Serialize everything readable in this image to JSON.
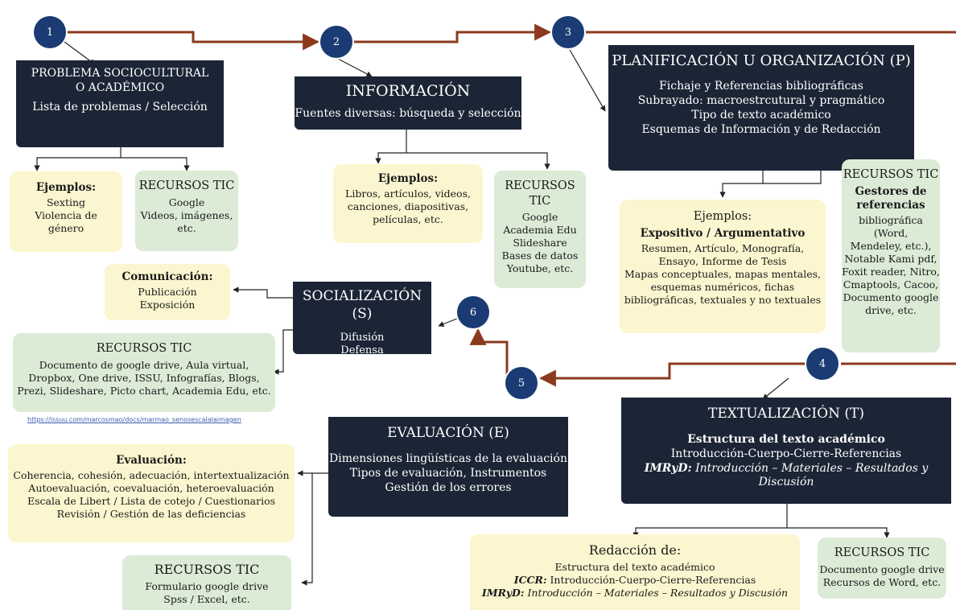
{
  "steps": [
    {
      "num": "1",
      "title": [
        "PROBLEMA SOCIOCULTURAL",
        "O ACADÉMICO"
      ],
      "lines": [
        "Lista de problemas / Selección"
      ]
    },
    {
      "num": "2",
      "title": [
        "INFORMACIÓN"
      ],
      "lines": [
        "Fuentes diversas: búsqueda y selección"
      ]
    },
    {
      "num": "3",
      "title": [
        "PLANIFICACIÓN U ORGANIZACIÓN (P)"
      ],
      "lines": [
        "Fichaje y Referencias bibliográficas",
        "Subrayado: macroestrcutural y pragmático",
        "Tipo de texto académico",
        "Esquemas de Información y de Redacción"
      ]
    },
    {
      "num": "4",
      "title": [
        "TEXTUALIZACIÓN (T)"
      ],
      "bold": "Estructura del texto académico",
      "lines": [
        "Introducción-Cuerpo-Cierre-Referencias"
      ],
      "italic_label": "IMRyD:",
      "italic_text": "Introducción – Materiales – Resultados y Discusión"
    },
    {
      "num": "5",
      "title": [
        "EVALUACIÓN (E)"
      ],
      "lines": [
        "Dimensiones lingüísticas de la evaluación",
        "Tipos de evaluación, Instrumentos",
        "Gestión de los errores"
      ]
    },
    {
      "num": "6",
      "title": [
        "SOCIALIZACIÓN (S)"
      ],
      "lines": [
        "Difusión",
        "Defensa"
      ]
    }
  ],
  "boxes": {
    "ej1": {
      "head": "Ejemplos:",
      "lines": [
        "Sexting",
        "Violencia de",
        "género"
      ]
    },
    "tic1": {
      "head": "RECURSOS TIC",
      "lines": [
        "Google",
        "Videos, imágenes,",
        "etc."
      ]
    },
    "ej2": {
      "head": "Ejemplos:",
      "lines": [
        "Libros, artículos, videos,",
        "canciones, diapositivas,",
        "películas, etc."
      ]
    },
    "tic2": {
      "head": "RECURSOS TIC",
      "lines": [
        "Google",
        "Academia Edu",
        "Slideshare",
        "Bases de datos",
        "Youtube, etc."
      ]
    },
    "ej3": {
      "head": "Ejemplos:",
      "bold": "Expositivo / Argumentativo",
      "lines": [
        "Resumen, Artículo,  Monografía,",
        "Ensayo, Informe de Tesis",
        "Mapas conceptuales, mapas mentales,",
        "esquemas numéricos, fichas",
        "bibliográficas, textuales y no textuales"
      ]
    },
    "tic3": {
      "head": "RECURSOS TIC",
      "bold": "Gestores de referencias",
      "lines": [
        "bibliográfica (Word,",
        "Mendeley, etc.),",
        "Notable Kami pdf,",
        "Foxit reader, Nitro,",
        "Cmaptools, Cacoo,",
        "Documento google",
        "drive, etc."
      ]
    },
    "com": {
      "bold": "Comunicación:",
      "lines": [
        "Publicación",
        "Exposición"
      ]
    },
    "tic6": {
      "head": "RECURSOS TIC",
      "lines": [
        "Documento de google drive, Aula virtual,",
        "Dropbox, One drive, ISSU, Infografías, Blogs,",
        "Prezi, Slideshare, Picto chart, Academia Edu, etc."
      ]
    },
    "eval": {
      "bold": "Evaluación:",
      "lines": [
        "Coherencia, cohesión, adecuación, intertextualización",
        "Autoevaluación, coevaluación, heteroevaluación",
        "Escala de Libert / Lista de cotejo / Cuestionarios",
        "Revisión / Gestión de las deficiencias"
      ]
    },
    "tic5": {
      "head": "RECURSOS TIC",
      "lines": [
        "Formulario google drive",
        "Spss / Excel, etc."
      ]
    },
    "red": {
      "head": "Redacción de:",
      "lines": [
        "Estructura del texto académico"
      ],
      "l2_label": "ICCR:",
      "l2_text": "Introducción-Cuerpo-Cierre-Referencias",
      "l3_label": "IMRyD:",
      "l3_text": "Introducción – Materiales – Resultados y Discusión"
    },
    "tic4": {
      "head": "RECURSOS TIC",
      "lines": [
        "Documento google drive",
        "Recursos de Word, etc."
      ]
    }
  },
  "link": "https://issuu.com/marcosmao/docs/marmao_senosescalalaimagen",
  "colors": {
    "dark": "#1b2535",
    "circle": "#1a3b73",
    "arrow": "#8b3a1e",
    "yellow": "#fbf6cf",
    "green": "#dcebd6"
  }
}
